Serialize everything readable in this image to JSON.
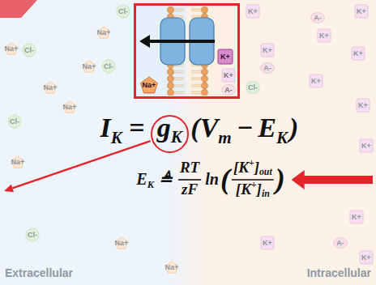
{
  "diagram": {
    "nodes": [
      {
        "text": [
          "K+",
          "Na+",
          "K+",
          "A-"
        ]
      },
      {
        "text": [
          "g",
          "K"
        ]
      }
    ],
    "labels": [
      "I",
      "K",
      "=",
      "(",
      "V",
      "m",
      "−",
      "E",
      "K",
      ")",
      "E",
      "K",
      "≜",
      "RT",
      "zF",
      "ln",
      "(",
      "[K",
      "+",
      "]",
      "out",
      "[K",
      "+",
      "]",
      "in",
      ")",
      "Extracellular",
      "Intracellular",
      "Na+",
      "Cl-",
      "Cl-",
      "Na+",
      "Na+",
      "Cl-",
      "Na+",
      "Cl-",
      "Na+",
      "Na+",
      "Cl-",
      "Na+",
      "Na+",
      "K+",
      "A-",
      "K+",
      "K+",
      "K+",
      "K+",
      "A-",
      "K+",
      "Cl-",
      "K+",
      "K+",
      "K+",
      "A-",
      "K+",
      "K+"
    ]
  }
}
